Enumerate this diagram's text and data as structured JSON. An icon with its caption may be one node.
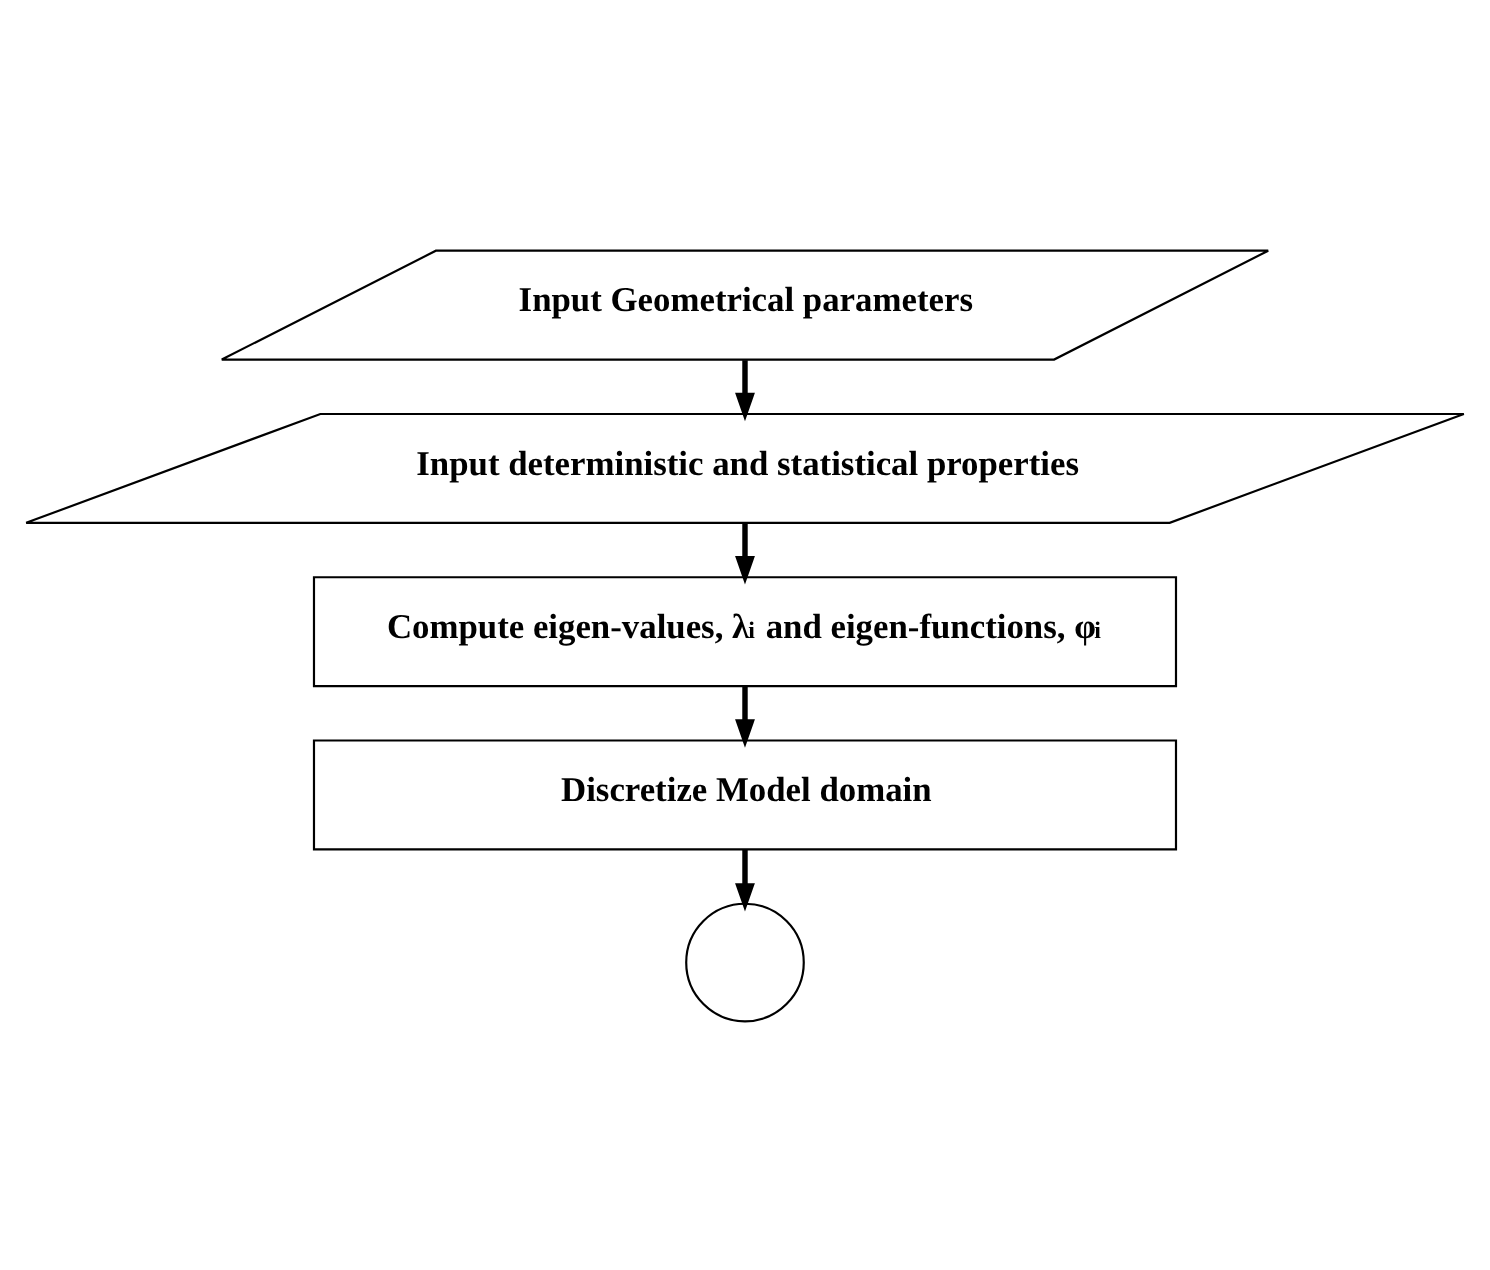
{
  "diagram": {
    "nodes": [
      {
        "text": [
          "Input Geometrical parameters"
        ]
      },
      {
        "text": [
          "Input deterministic and statistical properties"
        ]
      },
      {
        "text": [
          "Compute eigen-values, λ$_{i}$ and eigen-functions, φ$_{i}$"
        ]
      },
      {
        "text": [
          "Discretize Model domain"
        ]
      },
      {
        "text": [],
        "shape": "circle"
      }
    ],
    "edges": [
      {
        "from": 0,
        "to": 1,
        "arrow": "to"
      },
      {
        "from": 1,
        "to": 2,
        "arrow": "to"
      },
      {
        "from": 2,
        "to": 3,
        "arrow": "to"
      },
      {
        "from": 3,
        "to": 4,
        "arrow": "to"
      }
    ]
  }
}
